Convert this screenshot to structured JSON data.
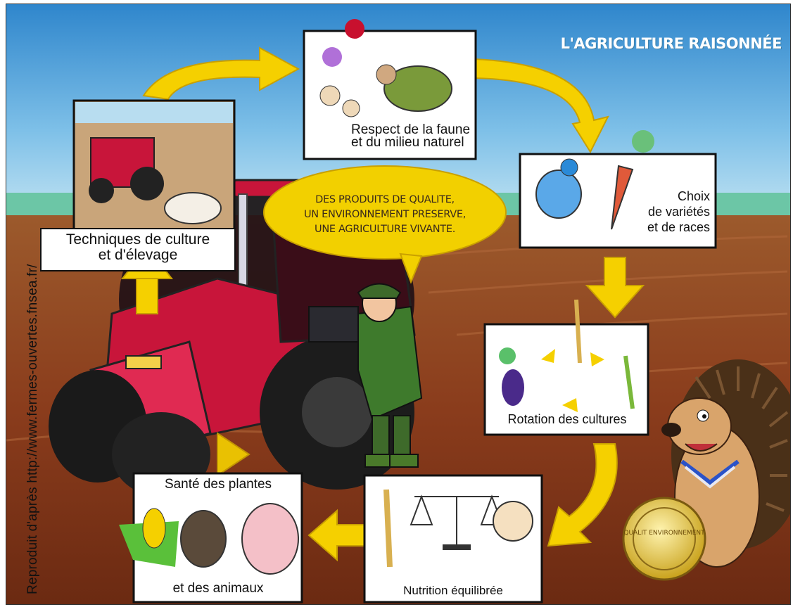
{
  "title": "L'AGRICULTURE RAISONNÉE",
  "central_message": {
    "line1": "DES PRODUITS DE QUALITE,",
    "line2": "UN ENVIRONNEMENT PRESERVE,",
    "line3": "UNE AGRICULTURE VIVANTE."
  },
  "steps": {
    "techniques": {
      "line1": "Techniques de culture",
      "line2": "et d'élevage"
    },
    "respect": {
      "line1": "Respect de la faune",
      "line2": "et du milieu naturel"
    },
    "choix": {
      "line1": "Choix",
      "line2": "de variétés",
      "line3": "et de races"
    },
    "rotation": {
      "label": "Rotation des cultures"
    },
    "nutrition": {
      "label": "Nutrition équilibrée"
    },
    "sante": {
      "line1": "Santé des plantes",
      "line2": "et des animaux"
    }
  },
  "medal_text": "QUALIT ENVIRONNEMENT",
  "credit": "Reproduit d'après http://www.fermes-ouvertes.fnsea.fr/",
  "colors": {
    "sky": "#4a9fd8",
    "field": "#8a3f1e",
    "arrow": "#f5d000",
    "bubble": "#f2d000",
    "tractor": "#c8153a"
  }
}
